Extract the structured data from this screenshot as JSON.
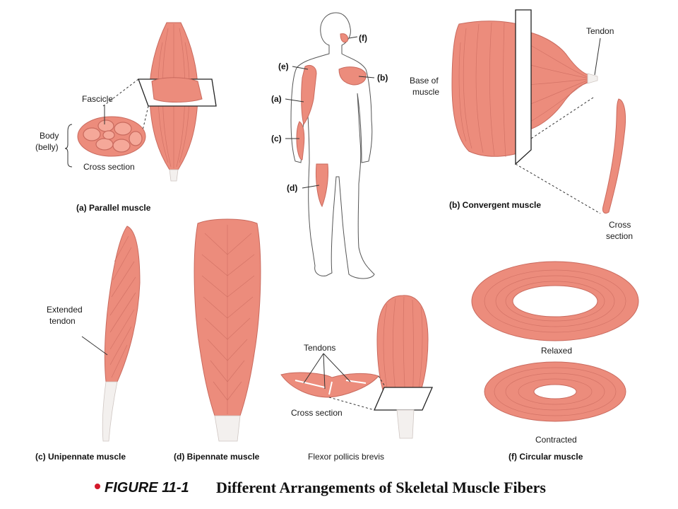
{
  "colors": {
    "muscle": "#ec8c7c",
    "muscle_edge": "#c96a5e",
    "tendon": "#f3f0ee",
    "bullet": "#d4192a"
  },
  "figure": {
    "number": "FIGURE 11-1",
    "title": "Different Arrangements of Skeletal Muscle Fibers"
  },
  "panels": {
    "parallel": {
      "caption": "(a) Parallel muscle",
      "fascicle": "Fascicle",
      "body_line1": "Body",
      "body_line2": "(belly)",
      "cross_section": "Cross section"
    },
    "body_map": {
      "f": "(f)",
      "e": "(e)",
      "b": "(b)",
      "a": "(a)",
      "c": "(c)",
      "d": "(d)"
    },
    "convergent": {
      "caption": "(b) Convergent muscle",
      "tendon": "Tendon",
      "base_line1": "Base of",
      "base_line2": "muscle",
      "cross_line1": "Cross",
      "cross_line2": "section"
    },
    "unipennate": {
      "caption": "(c) Unipennate muscle",
      "tendon_line1": "Extended",
      "tendon_line2": "tendon"
    },
    "bipennate": {
      "caption": "(d) Bipennate muscle"
    },
    "multipennate": {
      "caption": "Flexor pollicis brevis",
      "tendons": "Tendons",
      "cross_section": "Cross section"
    },
    "circular": {
      "caption": "(f) Circular muscle",
      "relaxed": "Relaxed",
      "contracted": "Contracted"
    }
  }
}
